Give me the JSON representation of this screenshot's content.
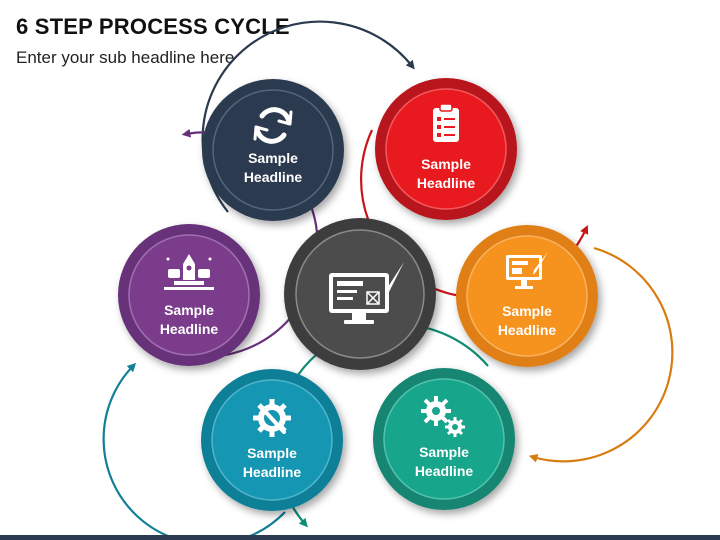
{
  "header": {
    "title": "6 STEP PROCESS CYCLE",
    "subtitle": "Enter your sub headline here"
  },
  "steps": [
    {
      "line1": "Sample",
      "line2": "Headline",
      "icon": "refresh-icon",
      "color": "#2c3a4f"
    },
    {
      "line1": "Sample",
      "line2": "Headline",
      "icon": "clipboard-checklist-icon",
      "color": "#e8191f"
    },
    {
      "line1": "Sample",
      "line2": "Headline",
      "icon": "monitor-design-icon",
      "color": "#f6921e"
    },
    {
      "line1": "Sample",
      "line2": "Headline",
      "icon": "gears-icon",
      "color": "#17a58c"
    },
    {
      "line1": "Sample",
      "line2": "Headline",
      "icon": "wrench-gear-icon",
      "color": "#1596b2"
    },
    {
      "line1": "Sample",
      "line2": "Headline",
      "icon": "rocket-launch-icon",
      "color": "#7b3c8c"
    }
  ],
  "center": {
    "icon": "computer-design-icon",
    "color": "#4c4c4c"
  },
  "footer_color": "#2c3a4f"
}
